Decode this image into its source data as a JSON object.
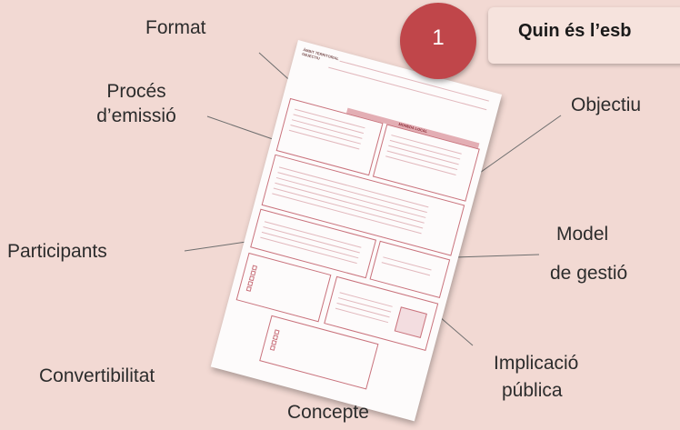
{
  "banner": {
    "text": "Quin és l’esb",
    "number": "1"
  },
  "labels": {
    "format": "Format",
    "proces_line1": "Procés",
    "proces_line2": "d’emissió",
    "participants": "Participants",
    "convertibilitat": "Convertibilitat",
    "concepte": "Concepte",
    "objectiu": "Objectiu",
    "model_line1": "Model",
    "model_line2": "de gestió",
    "implicacio_line1": "Implicació",
    "implicacio_line2": "pública"
  },
  "document": {
    "header_line1": "ÀMBIT TERRITORIAL",
    "header_line2": "OBJECTIU",
    "title": "MONEDA LOCAL"
  },
  "colors": {
    "background": "#f2d9d3",
    "accent": "#c0464a",
    "banner_bg": "#f6e3dd",
    "sheet_accent": "#b04048"
  }
}
